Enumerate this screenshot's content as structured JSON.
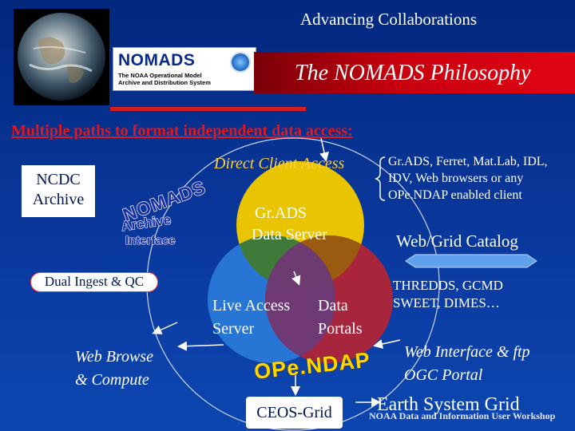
{
  "header": {
    "title": "Advancing Collaborations",
    "slide_title": "The NOMADS Philosophy"
  },
  "logo": {
    "name": "NOMADS",
    "subtitle_line1": "The NOAA Operational Model",
    "subtitle_line2": "Archive and Distribution System"
  },
  "subtitle": "Multiple paths to format independent data access:",
  "diagram": {
    "ncdc_line1": "NCDC",
    "ncdc_line2": "Archive",
    "wordart_nomads": "NOMADS",
    "wordart_archive": "Archive",
    "wordart_interface": "Interface",
    "dual_ingest": "Dual Ingest & QC",
    "direct_client": "Direct Client Access",
    "client_line1": "Gr.ADS, Ferret, Mat.Lab, IDL,",
    "client_line2": "IDV, Web browsers or any",
    "client_line3": "OPe.NDAP enabled client",
    "grads_line1": "Gr.ADS",
    "grads_line2": "Data Server",
    "web_grid_catalog": "Web/Grid Catalog",
    "thredds_line1": "THREDDS, GCMD",
    "thredds_line2": "SWEET, DIMES…",
    "las_line1": "Live Access",
    "las_line2": "Server",
    "portals_line1": "Data",
    "portals_line2": "Portals",
    "web_browse_line1": "Web Browse",
    "web_browse_line2": "& Compute",
    "opendap": "OPe.NDAP",
    "web_interface_line1": "Web Interface & ftp",
    "web_interface_line2": "OGC Portal",
    "ceos_grid": "CEOS-Grid",
    "earth_system_grid": "Earth System Grid",
    "footer": "NOAA Data and Information User Workshop"
  },
  "colors": {
    "background": "#0a3aa0",
    "accent_red": "#e2171b",
    "highlight_yellow": "#ffd033",
    "circle_yellow": "#e9c400",
    "circle_blue": "#2a7bd9",
    "circle_red": "#c4222a"
  }
}
